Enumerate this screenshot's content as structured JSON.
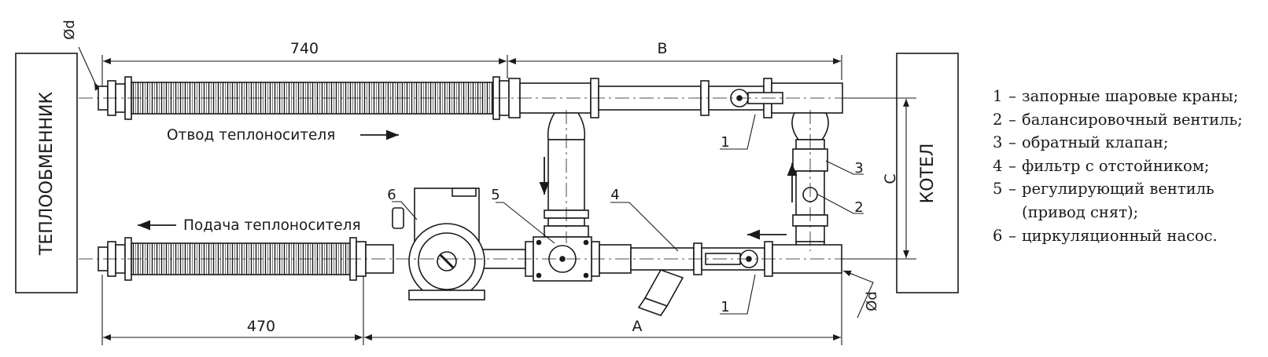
{
  "boxes": {
    "left": "ТЕПЛООБМЕННИК",
    "right": "КОТЕЛ"
  },
  "dimensions": {
    "top_left": "740",
    "top_right": "B",
    "bottom_left": "470",
    "bottom_right": "A",
    "vertical": "C",
    "diameter_top": "Ød",
    "diameter_bottom": "Ød"
  },
  "flow_labels": {
    "outflow": "Отвод теплоносителя",
    "supply": "Подача теплоносителя"
  },
  "callouts": {
    "c1_top": "1",
    "c1_bottom": "1",
    "c2": "2",
    "c3": "3",
    "c4": "4",
    "c5": "5",
    "c6": "6"
  },
  "legend": [
    {
      "num": "1",
      "dash": "–",
      "text": "запорные шаровые краны;"
    },
    {
      "num": "2",
      "dash": "–",
      "text": "балансировочный вентиль;"
    },
    {
      "num": "3",
      "dash": "–",
      "text": "обратный клапан;"
    },
    {
      "num": "4",
      "dash": "–",
      "text": "фильтр с отстойником;"
    },
    {
      "num": "5",
      "dash": "–",
      "text": "регулирующий вентиль"
    },
    {
      "num": "",
      "dash": "",
      "text": "(привод снят);"
    },
    {
      "num": "6",
      "dash": "–",
      "text": "циркуляционный насос."
    }
  ]
}
